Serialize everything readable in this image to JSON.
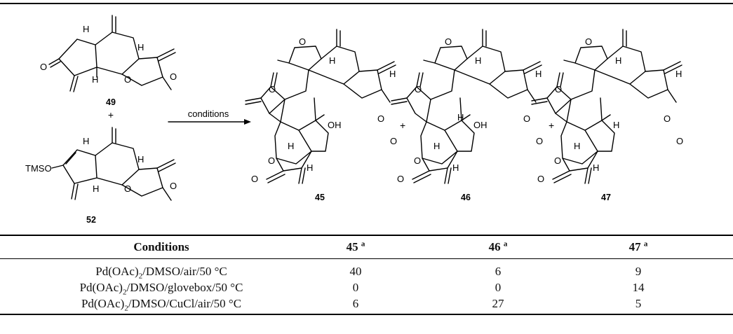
{
  "scheme": {
    "reactant_top_label": "49",
    "plus_sign": "+",
    "reactant_bottom_label": "52",
    "arrow_label": "conditions",
    "product_labels": [
      "45",
      "46",
      "47"
    ],
    "atom_labels": {
      "H": "H",
      "O": "O",
      "OH": "OH",
      "TMSO": "TMSO"
    }
  },
  "table": {
    "headers": [
      {
        "text": "Conditions",
        "sup": ""
      },
      {
        "text": "45",
        "sup": "a"
      },
      {
        "text": "46",
        "sup": "a"
      },
      {
        "text": "47",
        "sup": "a"
      }
    ],
    "rows": [
      {
        "pre": "Pd(OAc)",
        "sub": "2",
        "post": "/DMSO/air/50 °C",
        "v45": "40",
        "v46": "6",
        "v47": "9"
      },
      {
        "pre": "Pd(OAc)",
        "sub": "2",
        "post": "/DMSO/glovebox/50 °C",
        "v45": "0",
        "v46": "0",
        "v47": "14"
      },
      {
        "pre": "Pd(OAc)",
        "sub": "2",
        "post": "/DMSO/CuCl/air/50 °C",
        "v45": "6",
        "v47": "5",
        "v46": "27"
      }
    ]
  }
}
